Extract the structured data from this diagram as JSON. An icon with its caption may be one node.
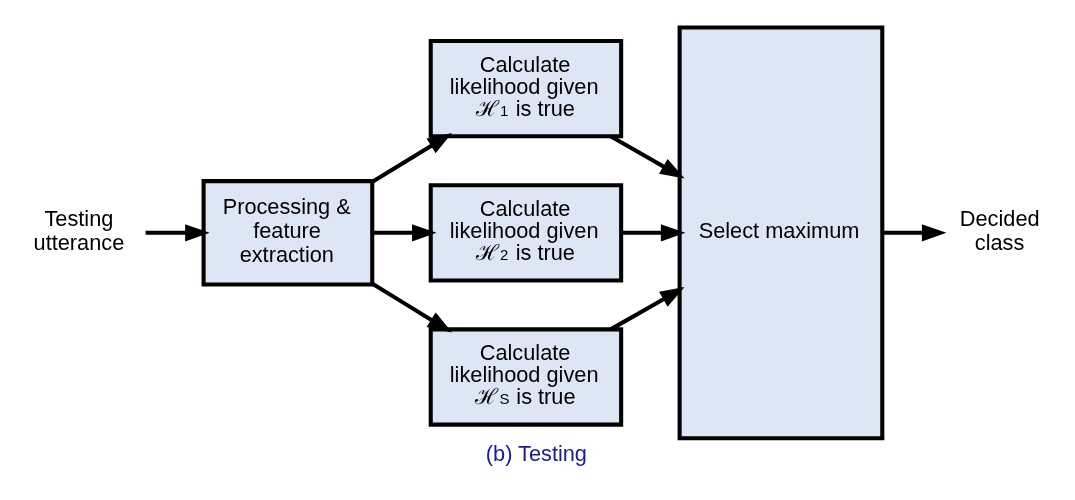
{
  "diagram": {
    "caption": "(b) Testing",
    "nodes": [
      {
        "text": [
          "Testing utterance"
        ]
      },
      {
        "text": [
          "Processing & feature extraction"
        ]
      },
      {
        "text": [
          "Calculate likelihood given ℋ$_{1}$ is true"
        ]
      },
      {
        "text": [
          "Calculate likelihood given ℋ$_{2}$ is true"
        ]
      },
      {
        "text": [
          "Calculate likelihood given ℋ$_{S}$ is true"
        ]
      },
      {
        "text": [
          "Select maximum"
        ]
      },
      {
        "text": [
          "Decided class"
        ]
      }
    ],
    "edges": [
      {
        "from": 0,
        "to": 1,
        "arrow": "to"
      },
      {
        "from": 1,
        "to": 2,
        "arrow": "to"
      },
      {
        "from": 1,
        "to": 3,
        "arrow": "to"
      },
      {
        "from": 1,
        "to": 4,
        "arrow": "to"
      },
      {
        "from": 2,
        "to": 5,
        "arrow": "to"
      },
      {
        "from": 3,
        "to": 5,
        "arrow": "to"
      },
      {
        "from": 4,
        "to": 5,
        "arrow": "to"
      },
      {
        "from": 5,
        "to": 6,
        "arrow": "to"
      }
    ]
  }
}
